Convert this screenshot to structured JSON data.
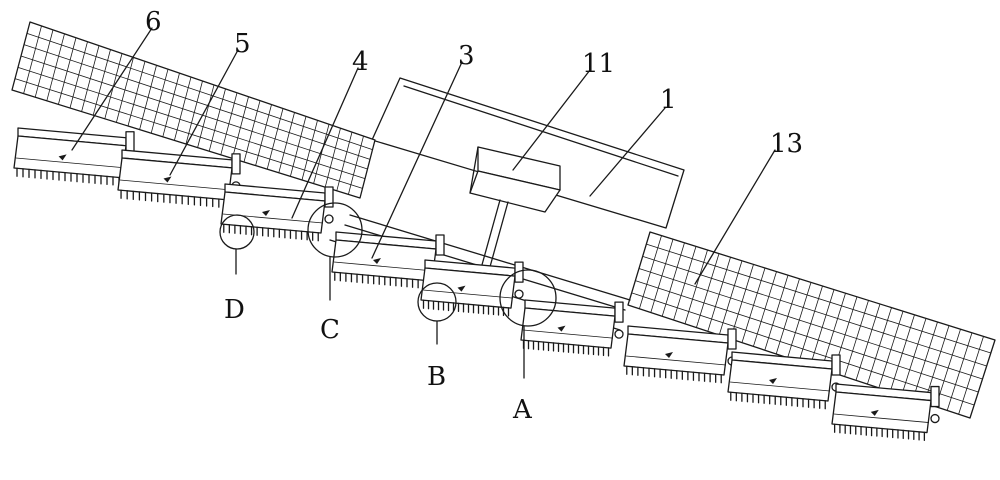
{
  "figure": {
    "labels": {
      "n1": "1",
      "n3": "3",
      "n4": "4",
      "n5": "5",
      "n6": "6",
      "n11": "11",
      "n13": "13",
      "A": "A",
      "B": "B",
      "C": "C",
      "D": "D"
    },
    "line_color": "#1a1a1a",
    "background": "#ffffff"
  }
}
